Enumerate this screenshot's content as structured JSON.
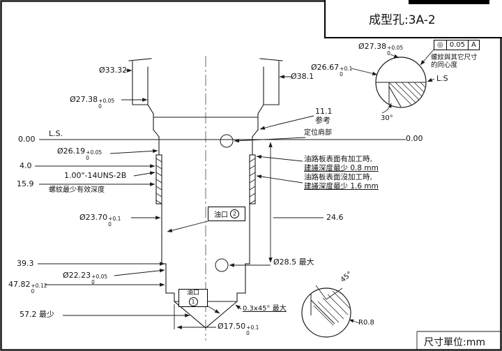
{
  "colors": {
    "line": "#1a1a1a",
    "bg": "#ffffff"
  },
  "title_box": {
    "title": "成型孔:3A-2"
  },
  "footer": {
    "units": "尺寸單位:mm"
  },
  "fcf": {
    "symbol": "◎",
    "value": "0.05",
    "datum": "A",
    "note_line1": "螺紋與其它尺寸",
    "note_line2": "的同心度"
  },
  "detail_top": {
    "d27_38": {
      "main": "Ø27.38",
      "tol_top": "+0.05",
      "tol_bot": "0"
    },
    "d26_67": {
      "main": "Ø26.67",
      "tol_top": "+0.1",
      "tol_bot": "0"
    },
    "ls": "L.S",
    "angle": "30°"
  },
  "detail_bottom": {
    "angle": "45°",
    "radius": "R0.8"
  },
  "left_dims": {
    "d33_32": "Ø33.32",
    "d27_38": {
      "main": "Ø27.38",
      "tol_top": "+0.05",
      "tol_bot": "0"
    },
    "datum": "0.00",
    "ls": "L.S.",
    "d26_19": {
      "main": "Ø26.19",
      "tol_top": "+0.05",
      "tol_bot": "0"
    },
    "d4_0": "4.0",
    "thread_spec": "1.00\"-14UNS-2B",
    "thread_note": "螺紋最少有效深度",
    "d15_9": "15.9",
    "d23_70": {
      "main": "Ø23.70",
      "tol_top": "+0.1",
      "tol_bot": "0"
    },
    "d39_3": "39.3",
    "d22_23": {
      "main": "Ø22.23",
      "tol_top": "+0.05",
      "tol_bot": "0"
    },
    "d47_82": {
      "main": "47.82",
      "tol_top": "+0.12",
      "tol_bot": "0"
    },
    "d57_2": "57.2 最少"
  },
  "right_dims": {
    "d38_1": "Ø38.1",
    "ref_value": "11.1",
    "ref_note": "参考",
    "shoulder": "定位肩部",
    "datum": "0.00",
    "oil_notes": [
      "油路板表面有加工時,",
      "建議深度最少 0.8 mm",
      "油路板表面沒加工時,",
      "建議深度最少 1.6 mm"
    ],
    "d24_6": "24.6",
    "d28_5": "Ø28.5 最大",
    "chamfer": "0.3x45° 最大",
    "d17_50": {
      "main": "Ø17.50",
      "tol_top": "+0.1",
      "tol_bot": "0"
    }
  },
  "ports": {
    "port2_label": "油口",
    "port2_num": "2",
    "port1_label": "油口",
    "port1_num": "1"
  }
}
